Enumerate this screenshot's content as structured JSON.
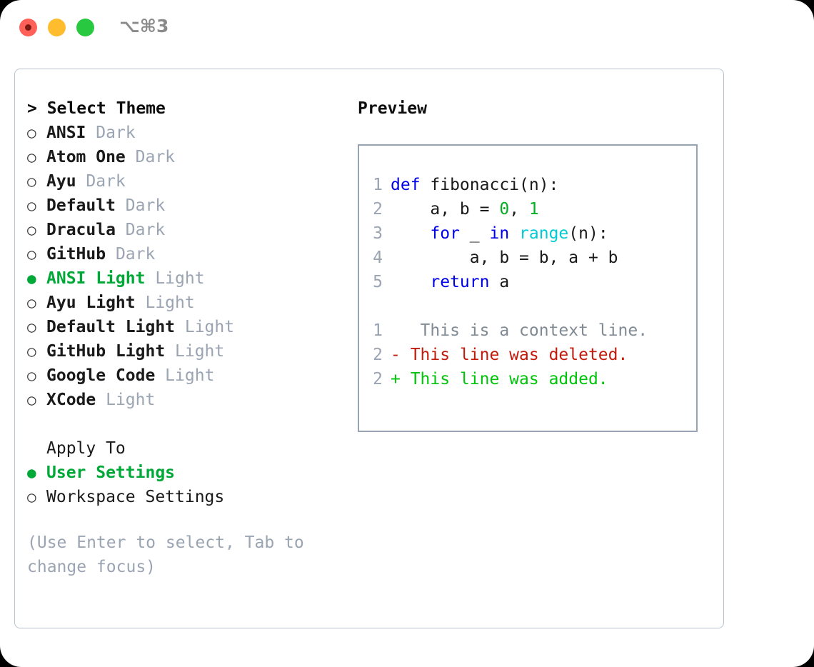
{
  "titlebar": {
    "shortcut": "⌥⌘3",
    "buttons": [
      {
        "name": "close",
        "color": "#ff6057"
      },
      {
        "name": "minimize",
        "color": "#ffbd2e"
      },
      {
        "name": "zoom",
        "color": "#28c840"
      }
    ]
  },
  "theme_picker": {
    "heading": "> Select Theme",
    "marker_selected": "●",
    "marker_unselected": "○",
    "accent_color": "#00a838",
    "muted_color": "#9aa4b2",
    "options": [
      {
        "name": "ANSI",
        "kind": "Dark",
        "selected": false
      },
      {
        "name": "Atom One",
        "kind": "Dark",
        "selected": false
      },
      {
        "name": "Ayu",
        "kind": "Dark",
        "selected": false
      },
      {
        "name": "Default",
        "kind": "Dark",
        "selected": false
      },
      {
        "name": "Dracula",
        "kind": "Dark",
        "selected": false
      },
      {
        "name": "GitHub",
        "kind": "Dark",
        "selected": false
      },
      {
        "name": "ANSI Light",
        "kind": "Light",
        "selected": true
      },
      {
        "name": "Ayu Light",
        "kind": "Light",
        "selected": false
      },
      {
        "name": "Default Light",
        "kind": "Light",
        "selected": false
      },
      {
        "name": "GitHub Light",
        "kind": "Light",
        "selected": false
      },
      {
        "name": "Google Code",
        "kind": "Light",
        "selected": false
      },
      {
        "name": "XCode",
        "kind": "Light",
        "selected": false
      }
    ]
  },
  "apply_to": {
    "heading": "Apply To",
    "options": [
      {
        "name": "User Settings",
        "selected": true
      },
      {
        "name": "Workspace Settings",
        "selected": false
      }
    ]
  },
  "hint": "(Use Enter to select, Tab to change focus)",
  "preview": {
    "title": "Preview",
    "code": [
      {
        "lineno": "1",
        "tokens": [
          {
            "t": "def",
            "c": "kw"
          },
          {
            "t": " fibonacci(n):",
            "c": "plain"
          }
        ]
      },
      {
        "lineno": "2",
        "tokens": [
          {
            "t": "    a, b = ",
            "c": "plain"
          },
          {
            "t": "0",
            "c": "num"
          },
          {
            "t": ", ",
            "c": "plain"
          },
          {
            "t": "1",
            "c": "num"
          }
        ]
      },
      {
        "lineno": "3",
        "tokens": [
          {
            "t": "    ",
            "c": "plain"
          },
          {
            "t": "for",
            "c": "kw"
          },
          {
            "t": " _ ",
            "c": "plain"
          },
          {
            "t": "in",
            "c": "kw"
          },
          {
            "t": " ",
            "c": "plain"
          },
          {
            "t": "range",
            "c": "fn"
          },
          {
            "t": "(n):",
            "c": "plain"
          }
        ]
      },
      {
        "lineno": "4",
        "tokens": [
          {
            "t": "        a, b = b, a + b",
            "c": "plain"
          }
        ]
      },
      {
        "lineno": "5",
        "tokens": [
          {
            "t": "    ",
            "c": "plain"
          },
          {
            "t": "return",
            "c": "kw"
          },
          {
            "t": " a",
            "c": "plain"
          }
        ]
      }
    ],
    "diff": [
      {
        "lineno": "1",
        "marker": " ",
        "text": "  This is a context line.",
        "kind": "diff-ctx"
      },
      {
        "lineno": "2",
        "marker": "-",
        "text": " This line was deleted.",
        "kind": "diff-del"
      },
      {
        "lineno": "2",
        "marker": "+",
        "text": " This line was added.",
        "kind": "diff-add"
      }
    ]
  }
}
